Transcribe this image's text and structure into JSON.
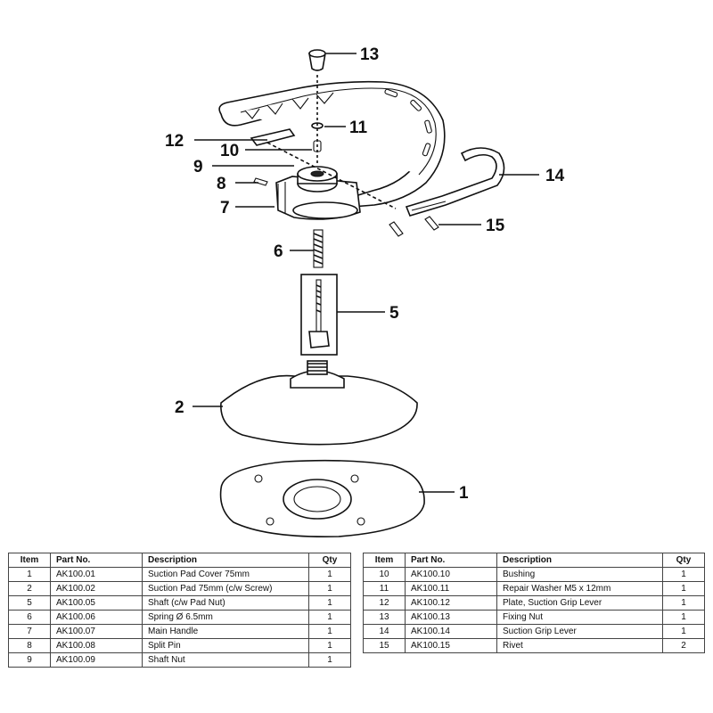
{
  "callouts": {
    "c1": "1",
    "c2": "2",
    "c5": "5",
    "c6": "6",
    "c7": "7",
    "c8": "8",
    "c9": "9",
    "c10": "10",
    "c11": "11",
    "c12": "12",
    "c13": "13",
    "c14": "14",
    "c15": "15"
  },
  "table": {
    "headers": {
      "item": "Item",
      "part_no": "Part No.",
      "description": "Description",
      "qty": "Qty"
    },
    "left_rows": [
      {
        "item": "1",
        "part_no": "AK100.01",
        "description": "Suction Pad Cover 75mm",
        "qty": "1"
      },
      {
        "item": "2",
        "part_no": "AK100.02",
        "description": "Suction Pad 75mm (c/w Screw)",
        "qty": "1"
      },
      {
        "item": "5",
        "part_no": "AK100.05",
        "description": "Shaft (c/w Pad Nut)",
        "qty": "1"
      },
      {
        "item": "6",
        "part_no": "AK100.06",
        "description": "Spring Ø 6.5mm",
        "qty": "1"
      },
      {
        "item": "7",
        "part_no": "AK100.07",
        "description": "Main Handle",
        "qty": "1"
      },
      {
        "item": "8",
        "part_no": "AK100.08",
        "description": "Split Pin",
        "qty": "1"
      },
      {
        "item": "9",
        "part_no": "AK100.09",
        "description": "Shaft Nut",
        "qty": "1"
      }
    ],
    "right_rows": [
      {
        "item": "10",
        "part_no": "AK100.10",
        "description": "Bushing",
        "qty": "1"
      },
      {
        "item": "11",
        "part_no": "AK100.11",
        "description": "Repair Washer M5 x 12mm",
        "qty": "1"
      },
      {
        "item": "12",
        "part_no": "AK100.12",
        "description": "Plate, Suction Grip Lever",
        "qty": "1"
      },
      {
        "item": "13",
        "part_no": "AK100.13",
        "description": "Fixing Nut",
        "qty": "1"
      },
      {
        "item": "14",
        "part_no": "AK100.14",
        "description": "Suction Grip Lever",
        "qty": "1"
      },
      {
        "item": "15",
        "part_no": "AK100.15",
        "description": "Rivet",
        "qty": "2"
      }
    ]
  }
}
